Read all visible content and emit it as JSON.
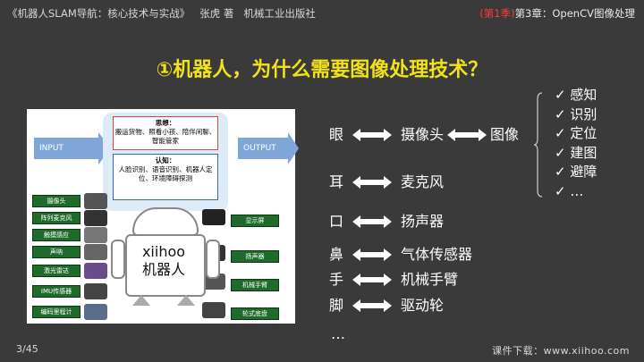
{
  "header": {
    "left_text": "《机器人SLAM导航：核心技术与实战》   张虎 著   机械工业出版社",
    "season": "(第1季)",
    "chapter": "第3章：OpenCV图像处理"
  },
  "title": "①机器人，为什么需要图像处理技术？",
  "diagram": {
    "input_label": "INPUT",
    "output_label": "OUTPUT",
    "think_title": "思想：",
    "think_lines": "搬运货物、照看小孩、陪伴闲聊、智能管家",
    "know_title": "认知：",
    "know_lines": "人脸识别、语音识别、机器人定位、环境障碍探测",
    "robot_name_1": "xiihoo",
    "robot_name_2": "机器人",
    "sensors": [
      "摄像头",
      "阵列麦克风",
      "触摸感应",
      "声呐",
      "激光雷达",
      "IMU传感器",
      "编码里程计"
    ],
    "actuators": [
      "显示屏",
      "扬声器",
      "机械手臂",
      "轮式底盘"
    ]
  },
  "mappings": [
    {
      "organ": "眼",
      "device": "摄像头",
      "extra": "图像"
    },
    {
      "organ": "耳",
      "device": "麦克风"
    },
    {
      "organ": "口",
      "device": "扬声器"
    },
    {
      "organ": "鼻",
      "device": "气体传感器"
    },
    {
      "organ": "手",
      "device": "机械手臂"
    },
    {
      "organ": "脚",
      "device": "驱动轮"
    }
  ],
  "more": "…",
  "checks": [
    "✓ 感知",
    "✓ 识别",
    "✓ 定位",
    "✓ 建图",
    "✓ 避障",
    "✓ …"
  ],
  "page": "3/45",
  "footer": "课件下载：www.xiihoo.com",
  "colors": {
    "title": "#f2e21a",
    "season": "#ff3b3b",
    "background": "#3a3a3a"
  }
}
